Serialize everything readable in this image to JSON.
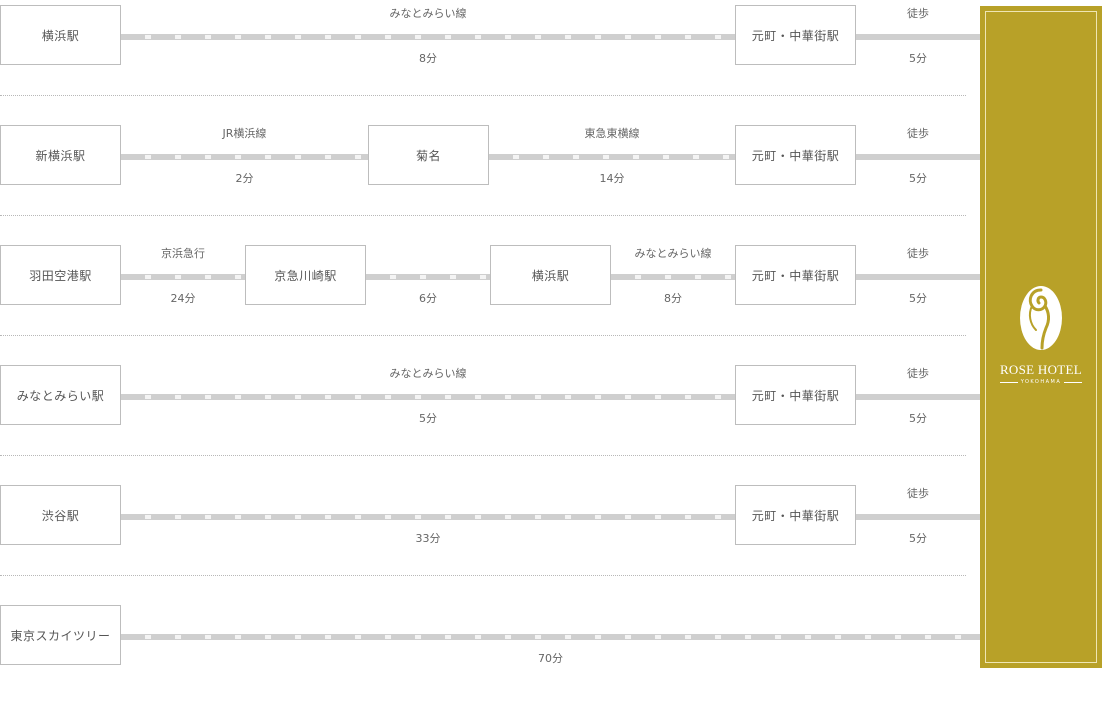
{
  "routes": [
    {
      "origin": "横浜駅",
      "segments": [
        {
          "line": "みなとみらい線",
          "time": "8分"
        }
      ],
      "transfer": [],
      "final_station": "元町・中華街駅",
      "walk": {
        "label": "徒歩",
        "time": "5分"
      }
    },
    {
      "origin": "新横浜駅",
      "segments": [
        {
          "line": "JR横浜線",
          "time": "2分"
        },
        {
          "line": "東急東横線",
          "time": "14分"
        }
      ],
      "transfer": [
        "菊名"
      ],
      "final_station": "元町・中華街駅",
      "walk": {
        "label": "徒歩",
        "time": "5分"
      }
    },
    {
      "origin": "羽田空港駅",
      "segments": [
        {
          "line": "京浜急行",
          "time": "24分"
        },
        {
          "line": "",
          "time": "6分"
        },
        {
          "line": "みなとみらい線",
          "time": "8分"
        }
      ],
      "transfer": [
        "京急川崎駅",
        "横浜駅"
      ],
      "final_station": "元町・中華街駅",
      "walk": {
        "label": "徒歩",
        "time": "5分"
      }
    },
    {
      "origin": "みなとみらい駅",
      "segments": [
        {
          "line": "みなとみらい線",
          "time": "5分"
        }
      ],
      "transfer": [],
      "final_station": "元町・中華街駅",
      "walk": {
        "label": "徒歩",
        "time": "5分"
      }
    },
    {
      "origin": "渋谷駅",
      "segments": [
        {
          "line": "",
          "time": "33分"
        }
      ],
      "transfer": [],
      "final_station": "元町・中華街駅",
      "walk": {
        "label": "徒歩",
        "time": "5分"
      }
    },
    {
      "origin": "東京スカイツリー",
      "segments": [
        {
          "line": "",
          "time": "70分"
        }
      ],
      "transfer": [],
      "final_station": "",
      "walk": null
    }
  ],
  "hotel": {
    "name": "ROSE HOTEL",
    "sub": "YOKOHAMA",
    "logo_icon": "rose-logo-icon",
    "color": "#b8a128"
  },
  "colors": {
    "track": "#cfcfcf",
    "border": "#bdbdbd",
    "text": "#555555"
  }
}
